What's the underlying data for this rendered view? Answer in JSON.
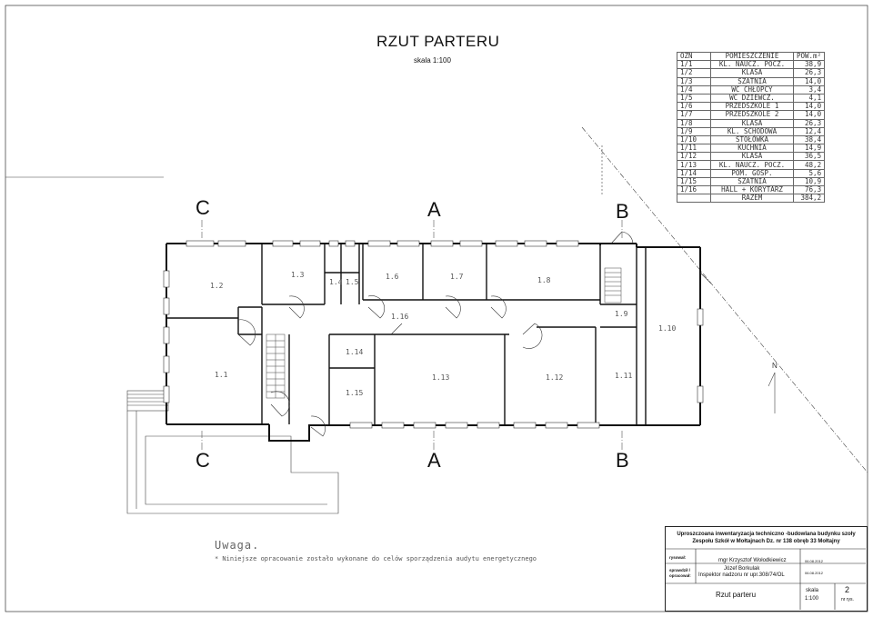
{
  "drawing": {
    "title": "RZUT PARTERU",
    "scale": "skala 1:100",
    "room_table": {
      "headers": [
        "OZN",
        "POMIESZCZENIE",
        "POW.m²"
      ],
      "rows": [
        [
          "1/1",
          "KL. NAUCZ. POCZ.",
          "38,9"
        ],
        [
          "1/2",
          "KLASA",
          "26,3"
        ],
        [
          "1/3",
          "SZATNIA",
          "14,0"
        ],
        [
          "1/4",
          "WC CHŁOPCY",
          "3,4"
        ],
        [
          "1/5",
          "WC DZIEWCZ.",
          "4,1"
        ],
        [
          "1/6",
          "PRZEDSZKOLE 1",
          "14,0"
        ],
        [
          "1/7",
          "PRZEDSZKOLE 2",
          "14,0"
        ],
        [
          "1/8",
          "KLASA",
          "26,3"
        ],
        [
          "1/9",
          "KL. SCHODOWA",
          "12,4"
        ],
        [
          "1/10",
          "STOŁÓWKA",
          "38,4"
        ],
        [
          "1/11",
          "KUCHNIA",
          "14,9"
        ],
        [
          "1/12",
          "KLASA",
          "36,5"
        ],
        [
          "1/13",
          "KL. NAUCZ. POCZ.",
          "48,2"
        ],
        [
          "1/14",
          "POM. GOSP.",
          "5,6"
        ],
        [
          "1/15",
          "SZATNIA",
          "10,9"
        ],
        [
          "1/16",
          "HALL + KORYTARZ",
          "76,3"
        ]
      ],
      "total_label": "RAZEM",
      "total_value": "384,2"
    },
    "room_labels": {
      "r1_1": "1.1",
      "r1_2": "1.2",
      "r1_3": "1.3",
      "r1_4": "1.4",
      "r1_5": "1.5",
      "r1_6": "1.6",
      "r1_7": "1.7",
      "r1_8": "1.8",
      "r1_9": "1.9",
      "r1_10": "1.10",
      "r1_11": "1.11",
      "r1_12": "1.12",
      "r1_13": "1.13",
      "r1_14": "1.14",
      "r1_15": "1.15",
      "r1_16": "1.16"
    },
    "section_marks": {
      "c": "C",
      "a": "A",
      "b": "B"
    },
    "north": "N",
    "note": {
      "title": "Uwaga.",
      "text": "* Niniejsze opracowanie zostało wykonane do celów sporządzenia audytu energetycznego"
    }
  },
  "title_block": {
    "project_line1": "Uproszczoana inwentaryzacja techniczno -budowlana budynku szoły",
    "project_line2": "Zespołu Szkół w Mołtajnach Dz. nr 138 obręb 33 Mołtajny",
    "drawn_label": "rysował:",
    "drawn_name": "mgr Krzysztof Wołodkiewicz",
    "drawn_date": "06.08.2012",
    "checked_label1": "sprawdził /",
    "checked_label2": "opracował:",
    "checked_name": "Józef Borkulak",
    "checked_title": "Inspektor nadzoru nr upr.308/74/OL",
    "checked_date": "06.08.2012",
    "sheet_title": "Rzut parteru",
    "scale_label": "skala",
    "scale_value": "1:100",
    "sheet_no": "2",
    "sheet_no_label": "nr rys."
  }
}
